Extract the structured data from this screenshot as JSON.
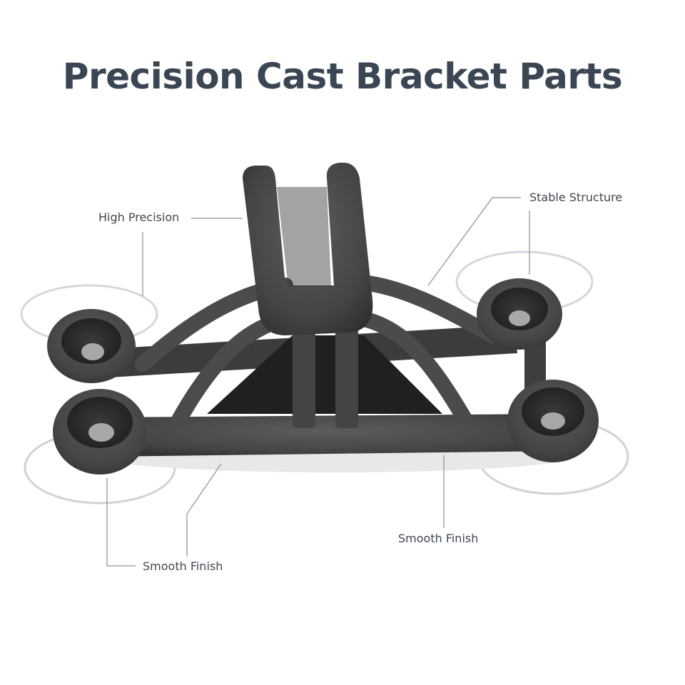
{
  "title": "Precision Cast Bracket Parts",
  "callouts": {
    "high_precision": "High Precision",
    "stable_structure": "Stable Structure",
    "smooth_finish_left": "Smooth Finish",
    "smooth_finish_right": "Smooth Finish"
  },
  "colors": {
    "title": "#3a4654",
    "metal": "#4a4a4c",
    "metal_dark": "#2e2e30",
    "leader_line": "#8a8f95"
  }
}
